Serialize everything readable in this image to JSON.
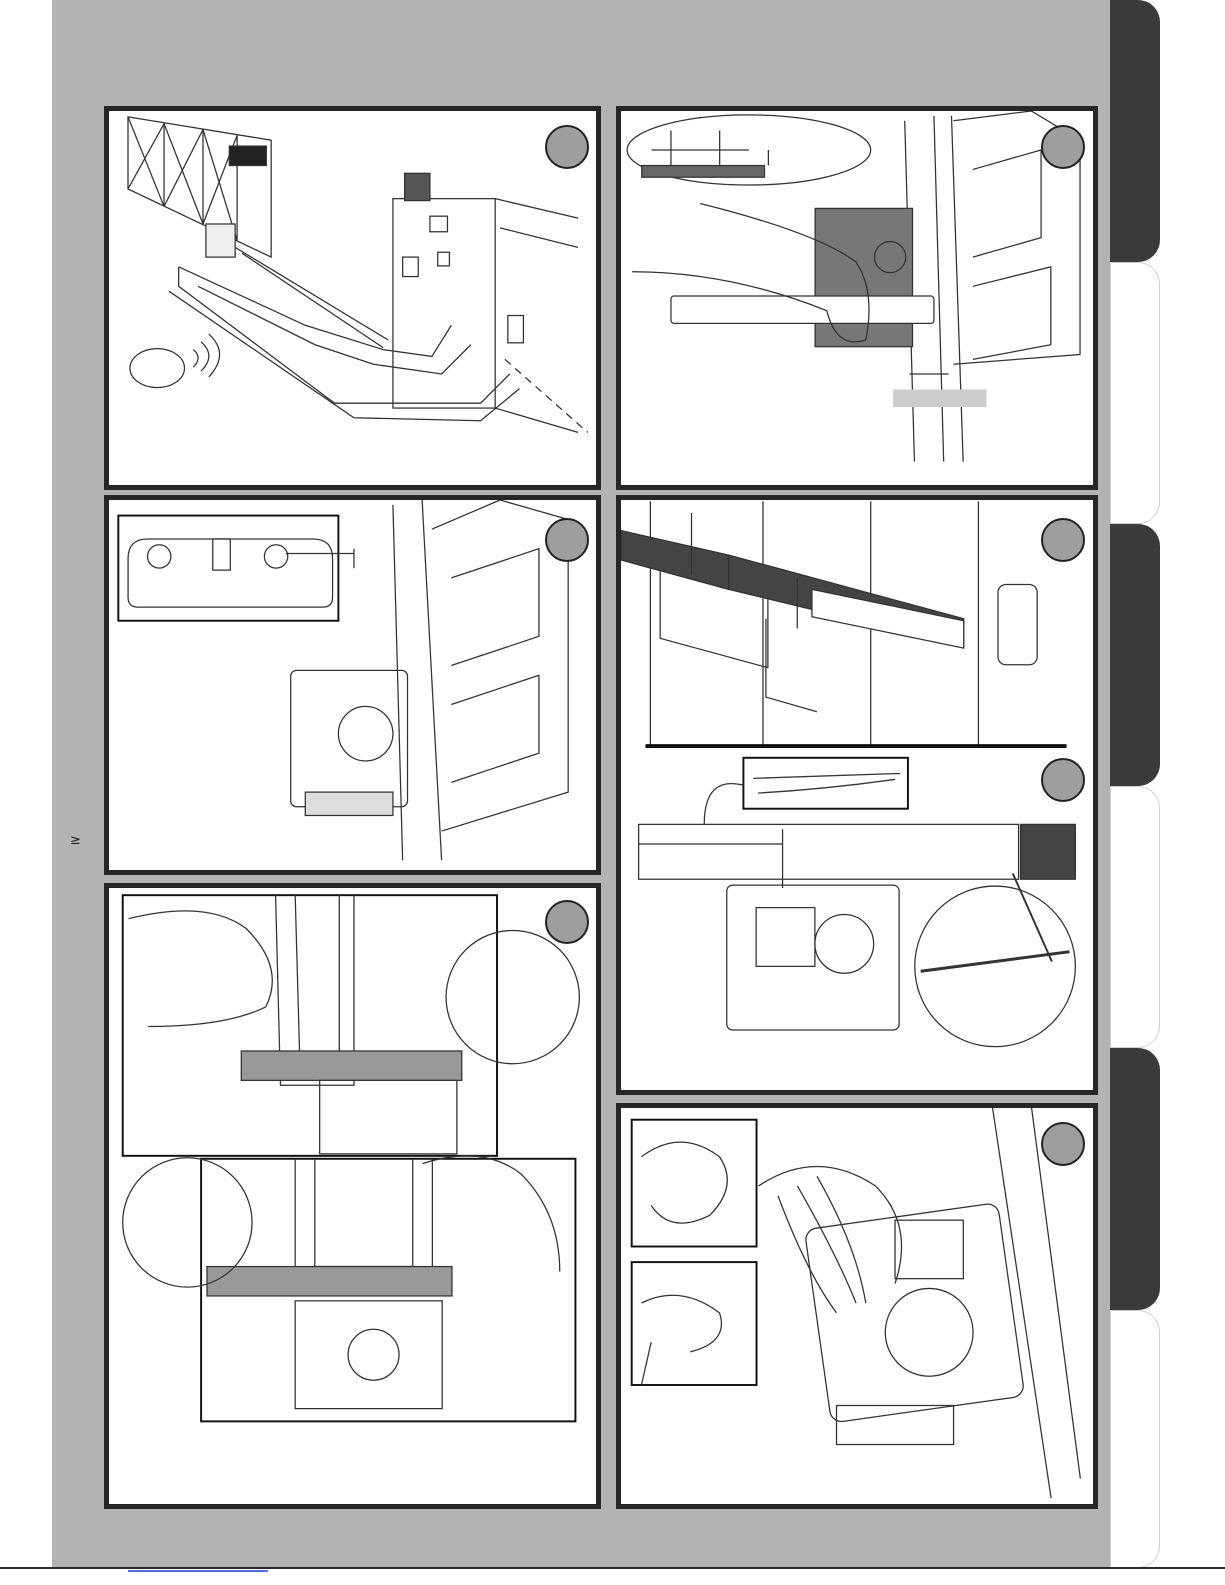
{
  "colors": {
    "page_background": "#b3b3b3",
    "panel_border": "#262626",
    "badge_fill": "#9e9e9e",
    "tab_dark": "#3a3a3a",
    "tab_light": "#ffffff"
  },
  "side_tabs": [
    "dark",
    "light",
    "dark",
    "light",
    "dark",
    "light"
  ],
  "figures": {
    "fig6_label": "≥"
  }
}
